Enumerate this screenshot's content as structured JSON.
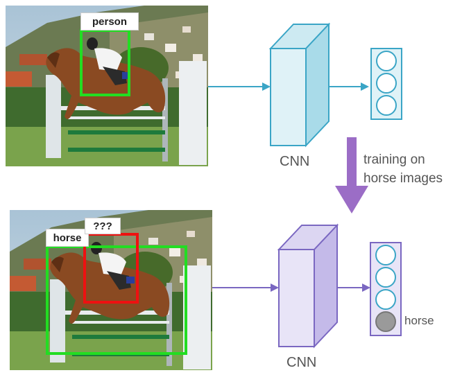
{
  "top_panel": {
    "box_label": "person",
    "cnn_label": "CNN"
  },
  "bottom_panel": {
    "box_label_horse": "horse",
    "box_label_unknown": "???",
    "cnn_label": "CNN",
    "output_label": "horse"
  },
  "transition": {
    "line1": "training on",
    "line2": "horse images"
  },
  "colors": {
    "top_cnn": "#3aa5c6",
    "bottom_cnn": "#7a67c1",
    "arrow_down": "#9b6dc6",
    "box_green": "#22dd22",
    "box_red": "#ee1111"
  }
}
